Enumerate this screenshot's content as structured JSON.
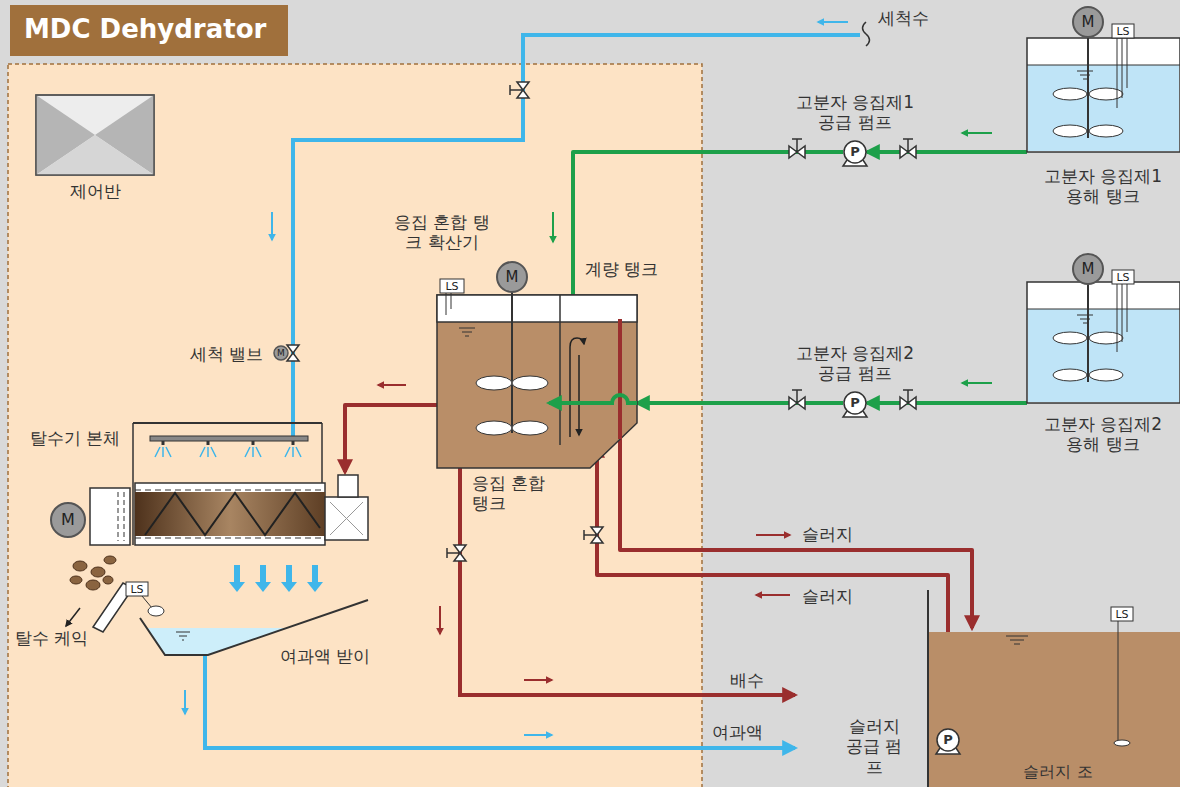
{
  "diagram": {
    "title": "MDC Dehydrator",
    "nodes": [
      {
        "text": [
          "제어반"
        ]
      },
      {
        "text": [
          "응집 혼합 탱크"
        ]
      },
      {
        "text": [
          "탈수기 본체"
        ]
      },
      {
        "text": [
          "여과액 받이"
        ]
      },
      {
        "text": [
          "고분자 응집제1 용해 탱크"
        ]
      },
      {
        "text": [
          "고분자 응집제2 용해 탱크"
        ]
      },
      {
        "text": [
          "고분자 응집제1 공급 펌프",
          "P"
        ]
      },
      {
        "text": [
          "고분자 응집제2 공급 펌프",
          "P"
        ]
      },
      {
        "text": [
          "슬러지 조"
        ]
      },
      {
        "text": [
          "슬러지 공급 펌프",
          "P"
        ],
        "in": 8
      }
    ],
    "edges": [
      {
        "from": 4,
        "to": 6,
        "arrow": "to"
      },
      {
        "from": 6,
        "to": 1,
        "arrow": "to"
      },
      {
        "from": 5,
        "to": 7,
        "arrow": "to"
      },
      {
        "from": 7,
        "to": 1,
        "arrow": "to"
      },
      {
        "from": 1,
        "to": 2,
        "arrow": "to"
      },
      {
        "from": 2,
        "to": 3,
        "arrow": "to"
      },
      {
        "from": 1,
        "to": 8,
        "label": "슬러지",
        "arrow": "to"
      },
      {
        "from": 9,
        "to": 1,
        "label": "슬러지",
        "arrow": "to"
      }
    ],
    "labels": [
      "세척수",
      "세척 밸브",
      "M",
      "응집 혼합 탱크 확산기",
      "M",
      "LS",
      "계량 탱크",
      "M",
      "LS",
      "탈수 케익",
      "배수",
      "여과액",
      "M",
      "LS",
      "M",
      "LS",
      "LS"
    ]
  }
}
